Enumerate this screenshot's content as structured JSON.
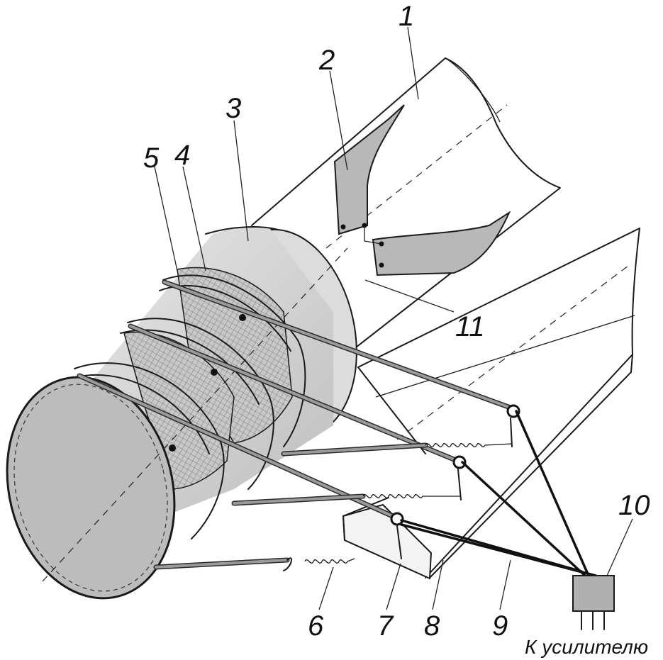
{
  "labels": {
    "l1": "1",
    "l2": "2",
    "l3": "3",
    "l4": "4",
    "l5": "5",
    "l6": "6",
    "l7": "7",
    "l8": "8",
    "l9": "9",
    "l10": "10",
    "l11": "11"
  },
  "caption": "К усилителю",
  "colors": {
    "ink": "#1a1a1a",
    "shade": "#b9b9b9",
    "light": "#e6e6e6",
    "paper": "#ffffff"
  }
}
